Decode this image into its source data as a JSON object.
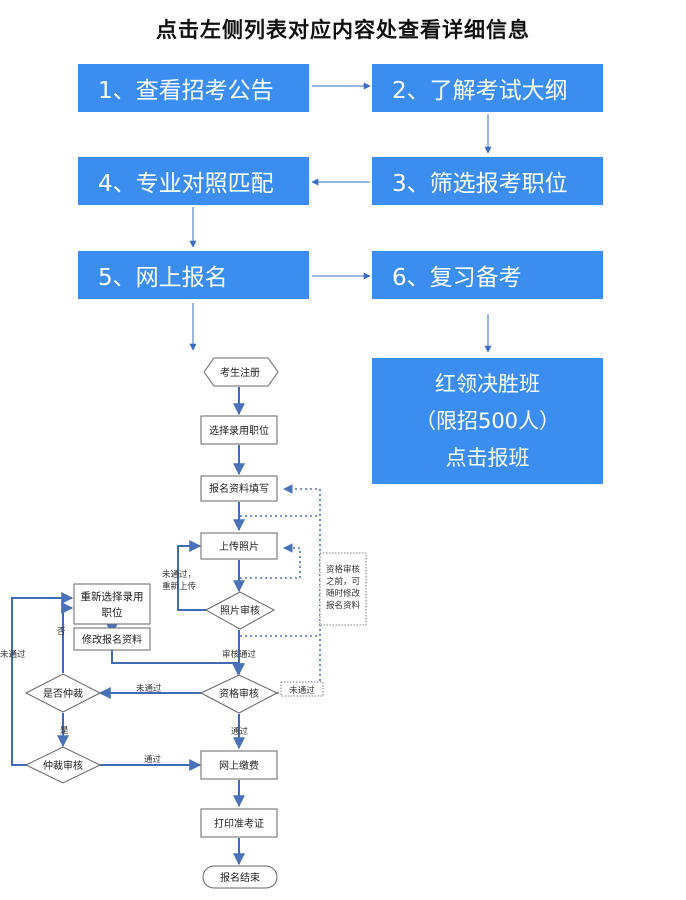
{
  "title": "点击左侧列表对应内容处查看详细信息",
  "steps": [
    {
      "label": "1、查看招考公告"
    },
    {
      "label": "2、了解考试大纲"
    },
    {
      "label": "3、筛选报考职位"
    },
    {
      "label": "4、专业对照匹配"
    },
    {
      "label": "5、网上报名"
    },
    {
      "label": "6、复习备考"
    }
  ],
  "promo": {
    "line1": "红领决胜班",
    "line2": "（限招500人）",
    "line3": "点击报班"
  },
  "flow": {
    "register": "考生注册",
    "select_job": "选择录用职位",
    "fill_info": "报名资料填写",
    "upload_photo": "上传照片",
    "photo_review": "照片审核",
    "qual_review": "资格审核",
    "online_pay": "网上缴费",
    "print_ticket": "打印准考证",
    "end": "报名结束",
    "reselect_job_1": "重新选择录用",
    "reselect_job_2": "职位",
    "modify_info": "修改报名资料",
    "appeal": "是否仲裁",
    "arbitration": "仲裁审核",
    "note_1": "资格审核",
    "note_2": "之前，可",
    "note_3": "随时修改",
    "note_4": "报名资料",
    "lbl_fail_reupload_1": "未通过，",
    "lbl_fail_reupload_2": "重新上传",
    "lbl_review_pass": "审核通过",
    "lbl_fail": "未通过",
    "lbl_pass": "通过",
    "lbl_no": "否",
    "lbl_yes": "是"
  }
}
